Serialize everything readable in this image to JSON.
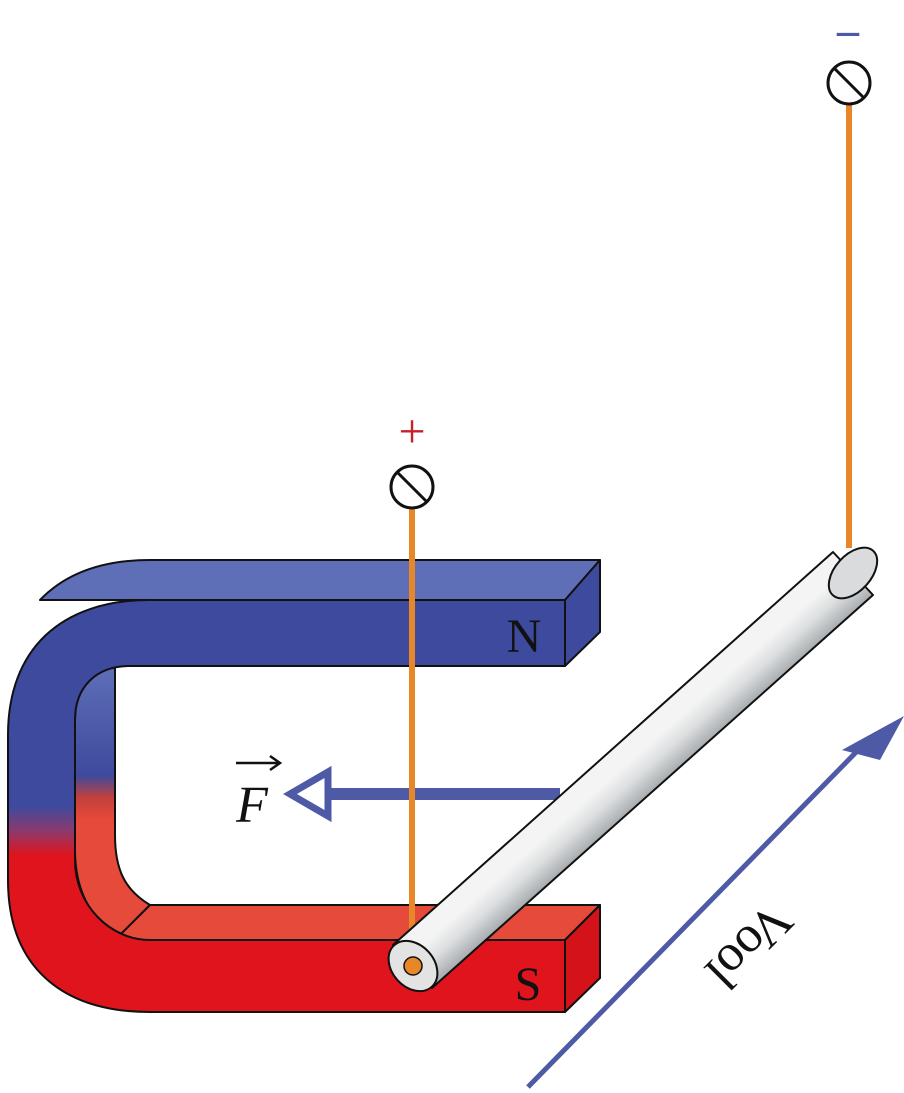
{
  "labels": {
    "north_pole": "N",
    "south_pole": "S",
    "force": "F",
    "current": "Vool",
    "positive_terminal": "+",
    "negative_terminal": "–"
  },
  "colors": {
    "magnet_north": "#3e4a9e",
    "magnet_north_top": "#5f6fb7",
    "magnet_south": "#e0141c",
    "magnet_south_top": "#e54a3a",
    "magnet_mix": "#8b3a6e",
    "wire": "#e8862a",
    "arrow": "#4f5aa6",
    "terminal_plus": "#c8202a",
    "terminal_minus": "#4f5aa6",
    "rod_light": "#f2f2f2",
    "rod_dark": "#9aa0a4"
  },
  "icons": {
    "terminal": "screw-terminal-icon",
    "force_arrow": "hollow-arrow-left-icon",
    "current_arrow": "arrow-up-right-icon"
  }
}
